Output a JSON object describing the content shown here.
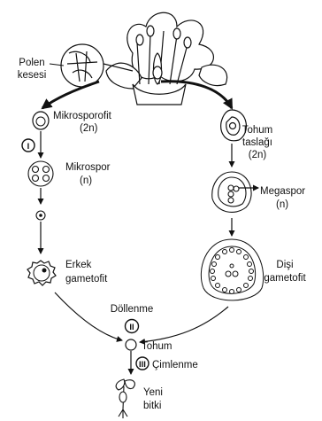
{
  "labels": {
    "pollen_sac": [
      "Polen",
      "kesesi"
    ],
    "microsporophyte": [
      "Mikrosporofit",
      "(2n)"
    ],
    "microspore": [
      "Mikrospor",
      "(n)"
    ],
    "male_gametophyte": [
      "Erkek",
      "gametofit"
    ],
    "ovule": [
      "Tohum",
      "taslağı",
      "(2n)"
    ],
    "megaspore": [
      "Megaspor",
      "(n)"
    ],
    "female_gametophyte": [
      "Dişi",
      "gametofit"
    ],
    "fertilization": "Döllenme",
    "seed": "Tohum",
    "germination": "Çimlenme",
    "new_plant": [
      "Yeni",
      "bitki"
    ]
  },
  "steps": [
    "I",
    "II",
    "III"
  ]
}
